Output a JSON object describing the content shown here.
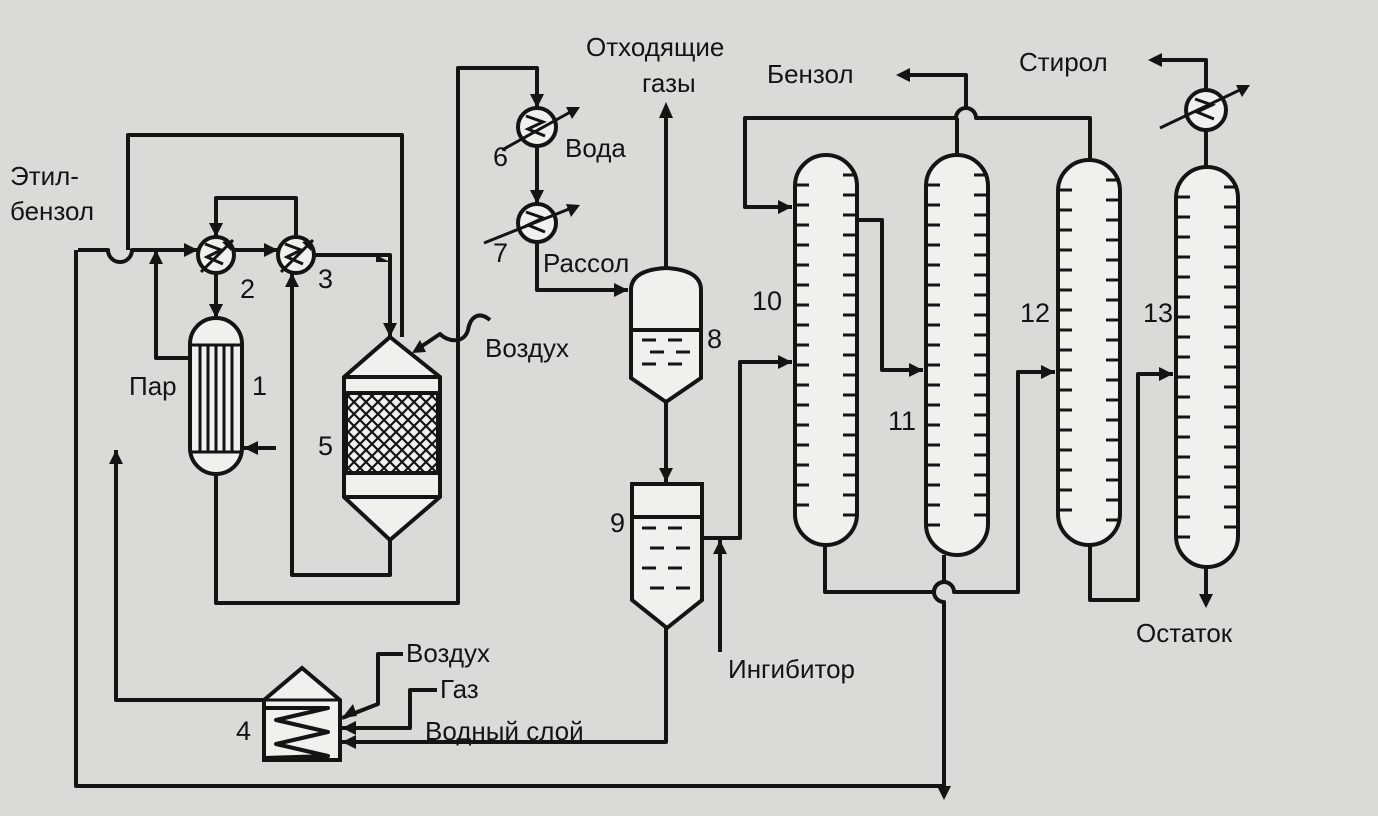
{
  "labels": {
    "ethylbenzene_line1": "Этил-",
    "ethylbenzene_line2": "бензол",
    "steam": "Пар",
    "air_top": "Воздух",
    "water": "Вода",
    "brine": "Рассол",
    "offgas_line1": "Отходящие",
    "offgas_line2": "газы",
    "benzene": "Бензол",
    "styrene": "Стирол",
    "inhibitor": "Ингибитор",
    "residue": "Остаток",
    "air_bottom": "Воздух",
    "gas": "Газ",
    "water_layer": "Водный слой"
  },
  "numbers": {
    "n1": "1",
    "n2": "2",
    "n3": "3",
    "n4": "4",
    "n5": "5",
    "n6": "6",
    "n7": "7",
    "n8": "8",
    "n9": "9",
    "n10": "10",
    "n11": "11",
    "n12": "12",
    "n13": "13"
  }
}
